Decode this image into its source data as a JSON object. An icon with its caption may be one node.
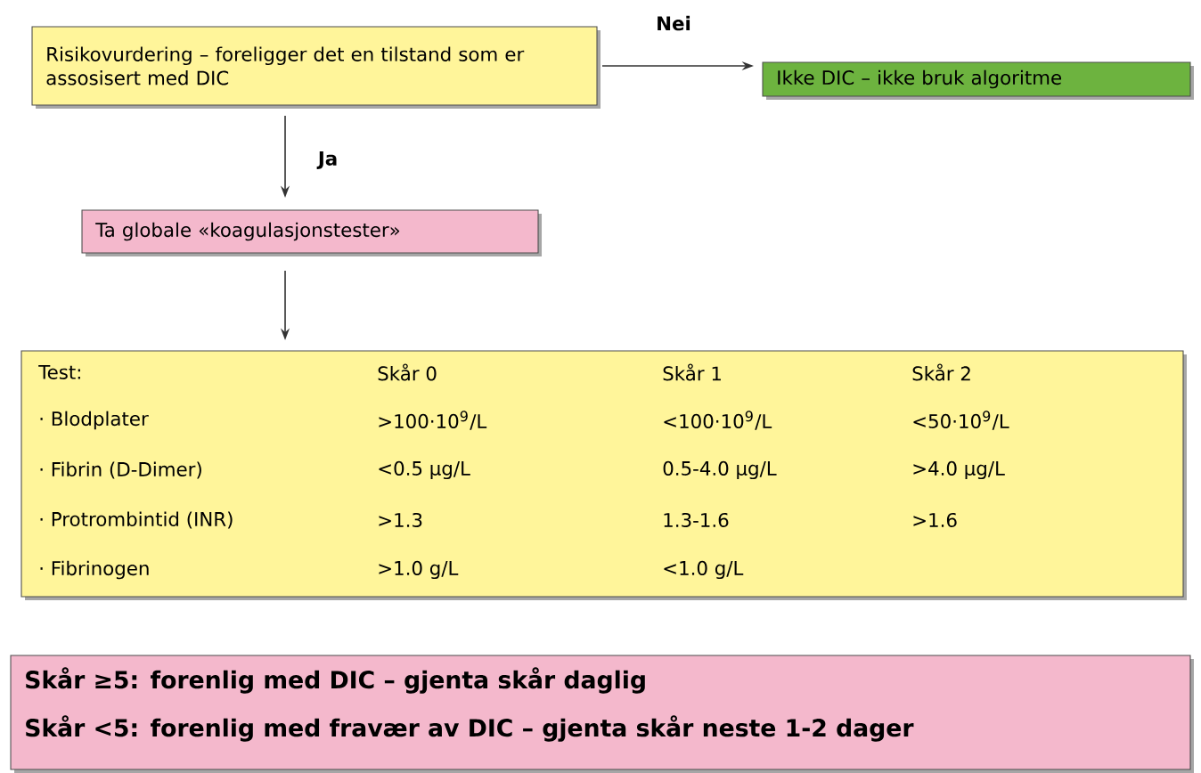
{
  "diagram": {
    "nodes": [
      {
        "text": [
          "Risikovurdering – foreligger det en tilstand som er assosisert med DIC"
        ]
      },
      {
        "text": [
          "Ikke DIC – ikke bruk algoritme"
        ]
      },
      {
        "text": [
          "Ta globale «koagulasjonstester»"
        ]
      },
      {
        "text": [
          "Test:",
          "Skår 0",
          "Skår 1",
          "Skår 2",
          "· Blodplater",
          ">100·10$^{9}$/L",
          "<100·10$^{9}$/L",
          "<50·10$^{9}$/L",
          "· Fibrin (D-Dimer)",
          "<0.5 µg/L",
          "0.5-4.0 µg/L",
          ">4.0 µg/L",
          "· Protrombintid (INR)",
          ">1.3",
          "1.3-1.6",
          ">1.6",
          "· Fibrinogen",
          ">1.0 g/L",
          "<1.0 g/L"
        ]
      },
      {
        "text": [
          "Skår ≥5: forenlig med DIC – gjenta skår daglig",
          "Skår <5: forenlig med fravær av DIC – gjenta skår neste 1-2 dager"
        ]
      }
    ],
    "edges": [
      {
        "from": 0,
        "to": 1,
        "arrow": "to",
        "label": "Nei"
      },
      {
        "from": 0,
        "to": 2,
        "arrow": "to",
        "label": "Ja"
      },
      {
        "from": 2,
        "to": 3,
        "arrow": "to"
      }
    ]
  }
}
